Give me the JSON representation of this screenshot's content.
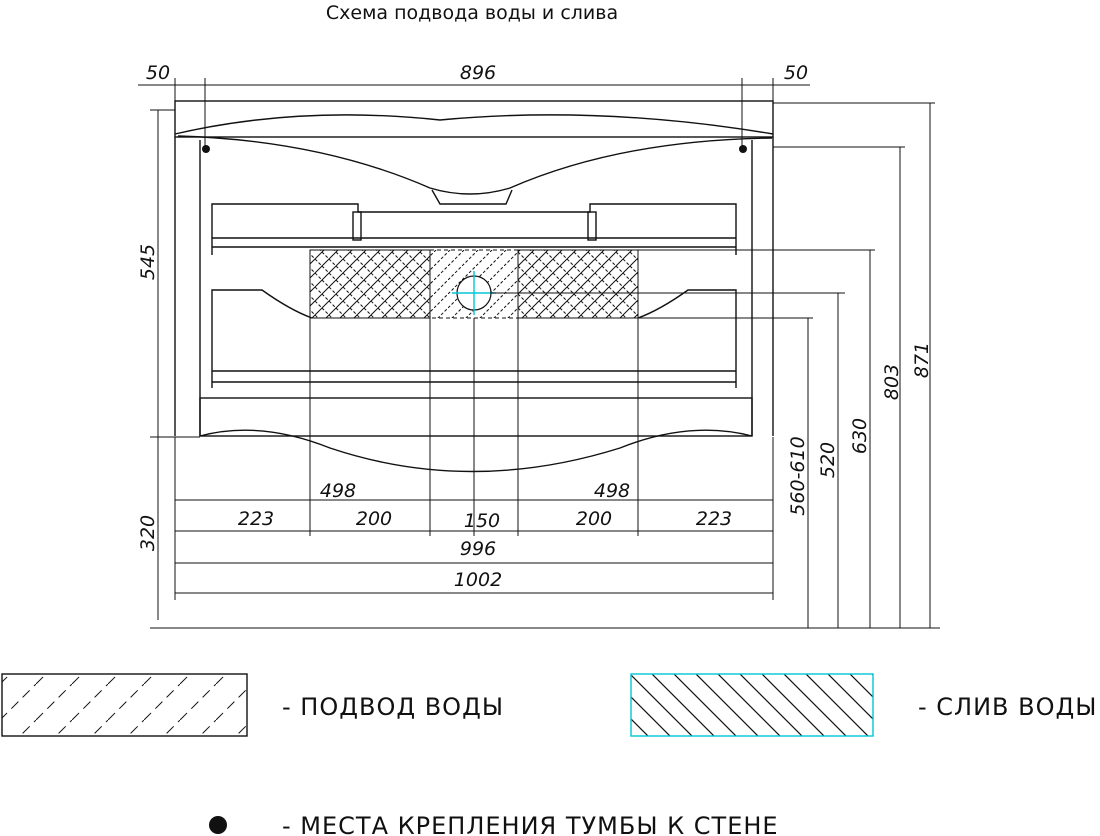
{
  "title": "Схема подвода воды и слива",
  "dimensions": {
    "top_left_offset": "50",
    "top_width": "896",
    "top_right_offset": "50",
    "height_545": "545",
    "height_320": "320",
    "left_498": "498",
    "right_498": "498",
    "seg_223_left": "223",
    "seg_200_left": "200",
    "seg_150": "150",
    "seg_200_right": "200",
    "seg_223_right": "223",
    "width_996": "996",
    "width_1002": "1002",
    "h_560_610": "560-610",
    "h_520": "520",
    "h_630": "630",
    "h_803": "803",
    "h_871": "871"
  },
  "legend": {
    "water_supply": "- ПОДВОД  ВОДЫ",
    "drain": "- СЛИВ  ВОДЫ",
    "mount": "- МЕСТА  КРЕПЛЕНИЯ  ТУМБЫ  К  СТЕНЕ"
  },
  "colors": {
    "line": "#111111",
    "drain_border": "#00c8d6",
    "drain_center": "#00c8d6"
  }
}
